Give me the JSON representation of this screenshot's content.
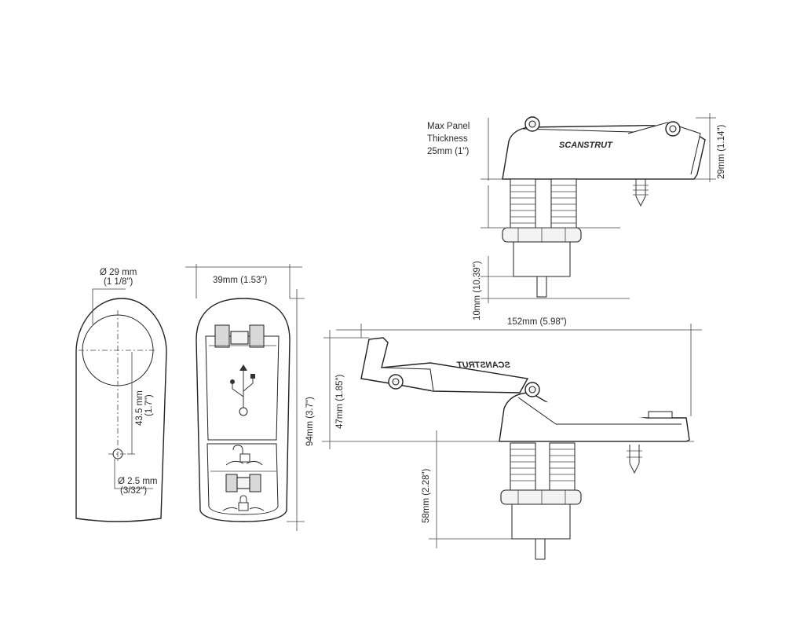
{
  "labels": {
    "hole_diameter": "Ø 29 mm",
    "hole_diameter_in": "(1 1/8\")",
    "hole_spacing": "43.5 mm",
    "hole_spacing_in": "(1.7\")",
    "pilot_diameter": "Ø 2.5 mm",
    "pilot_diameter_in": "(3/32\")",
    "width": "39mm (1.53\")",
    "height": "94mm (3.7\")",
    "max_panel_line1": "Max Panel",
    "max_panel_line2": "Thickness",
    "max_panel_line3": "25mm (1\")",
    "top_height": "29mm (1.14\")",
    "lower_extension": "10mm (10.39\")",
    "total_length": "152mm (5.98\")",
    "open_height": "47mm (1.85\")",
    "depth_below": "58mm (2.28\")"
  },
  "brand": {
    "name": "SCANSTRUT"
  }
}
